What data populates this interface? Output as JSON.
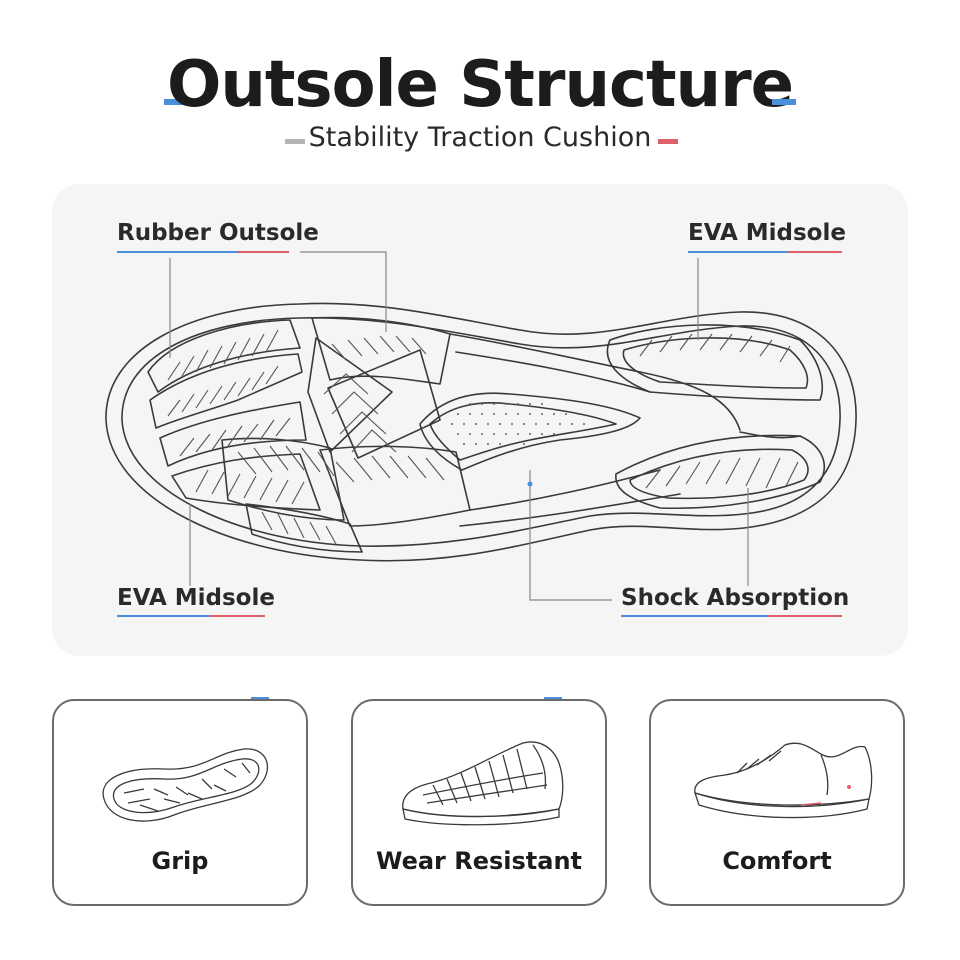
{
  "header": {
    "title": "Outsole Structure",
    "subtitle": "Stability Traction Cushion"
  },
  "diagram": {
    "callouts": [
      {
        "id": "rubber-outsole",
        "label": "Rubber Outsole"
      },
      {
        "id": "eva-midsole-top",
        "label": "EVA Midsole"
      },
      {
        "id": "eva-midsole-bottom",
        "label": "EVA Midsole"
      },
      {
        "id": "shock-absorption",
        "label": "Shock Absorption"
      }
    ]
  },
  "features": [
    {
      "label": "Grip",
      "icon": "outsole-icon"
    },
    {
      "label": "Wear Resistant",
      "icon": "knit-shoe-icon"
    },
    {
      "label": "Comfort",
      "icon": "running-shoe-icon"
    }
  ],
  "colors": {
    "accent_blue": "#4a8fdc",
    "accent_red": "#e0606a",
    "accent_gray": "#b5b5b5",
    "line": "#3a3a3a"
  }
}
